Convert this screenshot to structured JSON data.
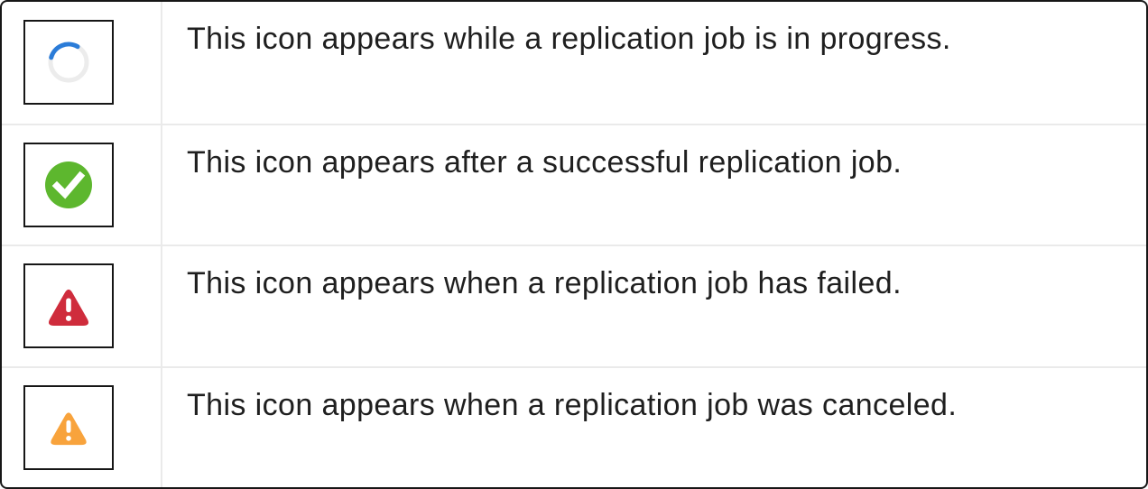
{
  "legend": {
    "rows": [
      {
        "icon": "in-progress-spinner-icon",
        "description": "This icon appears while a replication job is in progress."
      },
      {
        "icon": "success-check-icon",
        "description": "This icon appears after a successful replication job."
      },
      {
        "icon": "failed-warning-icon",
        "description": "This icon appears when a replication job has failed."
      },
      {
        "icon": "canceled-warning-icon",
        "description": "This icon appears when a replication job was canceled."
      }
    ]
  },
  "colors": {
    "spinner_blue": "#2b7cd8",
    "spinner_track": "#ececec",
    "success_green": "#5db72e",
    "failed_red": "#cf2c3c",
    "canceled_orange": "#f8a33c"
  }
}
